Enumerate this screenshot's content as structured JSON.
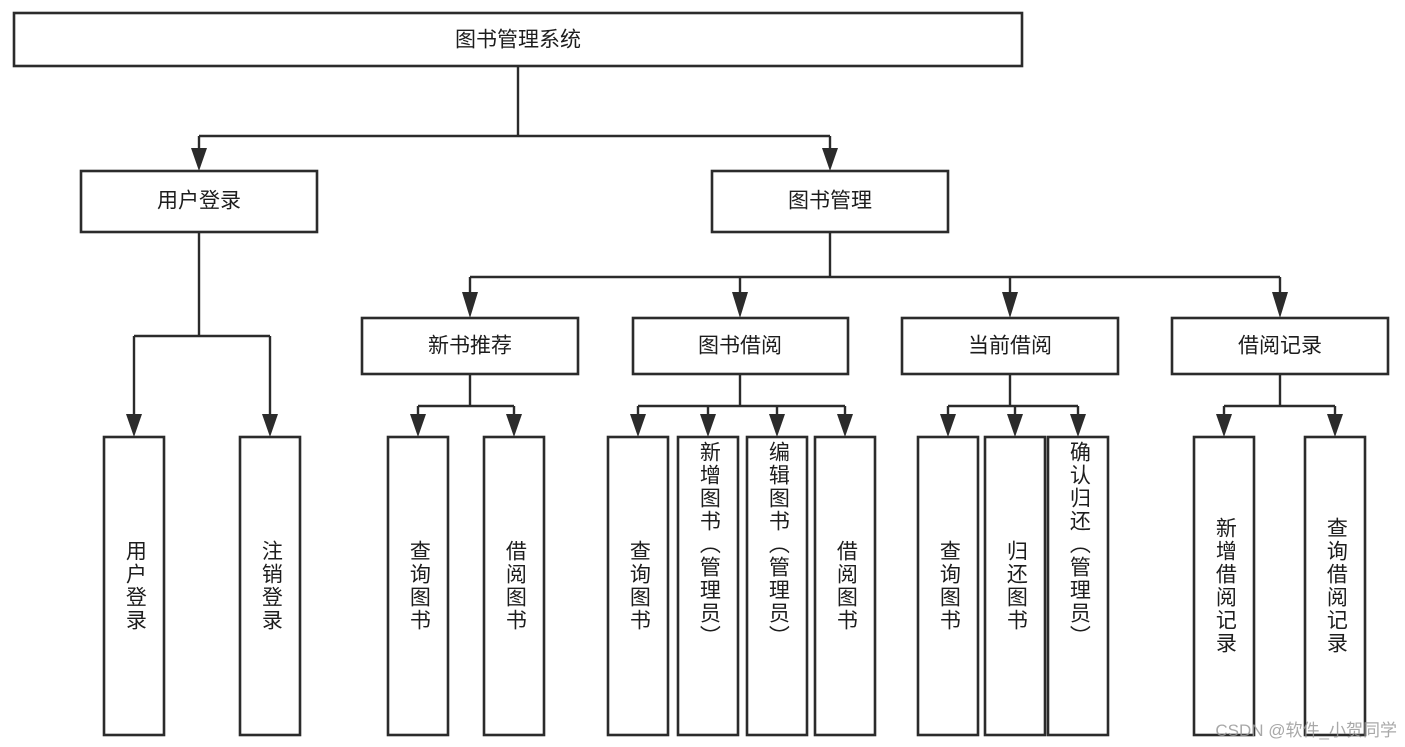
{
  "diagram": {
    "title": "图书管理系统",
    "type": "functional-structure-tree",
    "colors": {
      "box_stroke": "#2b2b2b",
      "box_fill": "#ffffff",
      "connector": "#2b2b2b",
      "text": "#1d1d1d",
      "background": "#ffffff",
      "watermark": "#9a9a9a"
    },
    "root": {
      "label": "图书管理系统"
    },
    "level1": [
      {
        "label": "用户登录"
      },
      {
        "label": "图书管理"
      }
    ],
    "level2": [
      {
        "label": "新书推荐"
      },
      {
        "label": "图书借阅"
      },
      {
        "label": "当前借阅"
      },
      {
        "label": "借阅记录"
      }
    ],
    "leaves": {
      "user_login": [
        {
          "label": "用户登录"
        },
        {
          "label": "注销登录"
        }
      ],
      "new_book_recommend": [
        {
          "label": "查询图书"
        },
        {
          "label": "借阅图书"
        }
      ],
      "book_borrow": [
        {
          "label": "查询图书"
        },
        {
          "label": "新增图书（管理员）"
        },
        {
          "label": "编辑图书（管理员）"
        },
        {
          "label": "借阅图书"
        }
      ],
      "current_borrow": [
        {
          "label": "查询图书"
        },
        {
          "label": "归还图书"
        },
        {
          "label": "确认归还（管理员）"
        }
      ],
      "borrow_record": [
        {
          "label": "新增借阅记录"
        },
        {
          "label": "查询借阅记录"
        }
      ]
    }
  },
  "watermark": {
    "text": "CSDN @软件_小贺同学"
  }
}
